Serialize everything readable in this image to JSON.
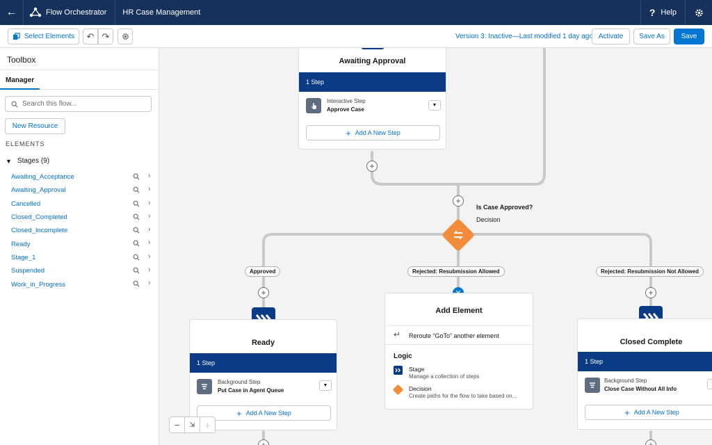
{
  "topbar": {
    "app_name": "Flow Orchestrator",
    "flow_name": "HR Case Management",
    "help_label": "Help"
  },
  "toolbar": {
    "select_elements": "Select Elements",
    "version_status": "Version 3: Inactive—Last modified 1 day ago",
    "activate": "Activate",
    "save_as": "Save As",
    "save": "Save"
  },
  "sidebar": {
    "title": "Toolbox",
    "tab": "Manager",
    "search_placeholder": "Search this flow...",
    "new_resource": "New Resource",
    "elements_heading": "ELEMENTS",
    "stages_heading": "Stages (9)",
    "stages": [
      "Awaiting_Acceptance",
      "Awaiting_Approval",
      "Cancelled",
      "Closed_Completed",
      "Closed_Incomplete",
      "Ready",
      "Stage_1",
      "Suspended",
      "Work_in_Progress"
    ]
  },
  "canvas": {
    "awaiting": {
      "title": "Awaiting Approval",
      "band": "1 Step",
      "step_type": "Interactive Step",
      "step_name": "Approve Case",
      "add_step": "Add A New Step"
    },
    "decision": {
      "name": "Is Case Approved?",
      "type": "Decision"
    },
    "branches": [
      "Approved",
      "Rejected: Resubmission Allowed",
      "Rejected: Resubmission Not Allowed"
    ],
    "ready": {
      "title": "Ready",
      "band": "1 Step",
      "step_type": "Background Step",
      "step_name": "Put Case in Agent Queue",
      "add_step": "Add A New Step"
    },
    "add_element": {
      "title": "Add Element",
      "goto": "Reroute “GoTo” another element",
      "logic": "Logic",
      "stage_label": "Stage",
      "stage_desc": "Manage a collection of steps",
      "decision_label": "Decision",
      "decision_desc": "Create paths for the flow to take based on..."
    },
    "closed": {
      "title": "Closed Complete",
      "band": "1 Step",
      "step_type": "Background Step",
      "step_name": "Close Case Without All Info",
      "add_step": "Add A New Step"
    }
  },
  "colors": {
    "header": "#16325c",
    "stage_band": "#0b3b85",
    "decision": "#f38c3a",
    "brand": "#0176d3"
  }
}
